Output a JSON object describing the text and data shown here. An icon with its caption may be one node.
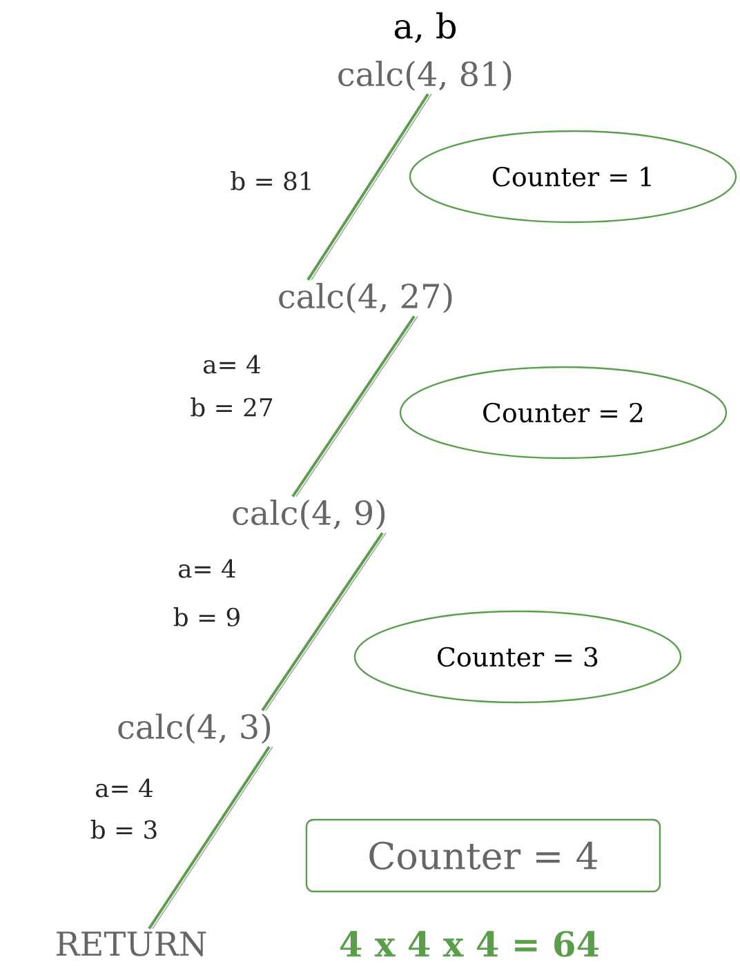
{
  "diagram": {
    "title": "a, b",
    "nodes": [
      {
        "text": [
          "calc(4, 81)"
        ]
      },
      {
        "text": [
          "calc(4, 27)"
        ]
      },
      {
        "text": [
          "calc(4, 9)"
        ]
      },
      {
        "text": [
          "calc(4, 3)"
        ]
      },
      {
        "text": [
          "RETURN"
        ]
      },
      {
        "text": [
          "Counter = 1"
        ]
      },
      {
        "text": [
          "Counter = 2"
        ]
      },
      {
        "text": [
          "Counter = 3"
        ]
      },
      {
        "text": [
          "Counter = 4"
        ]
      }
    ],
    "edges": [
      {
        "from": 0,
        "to": 1,
        "arrow": "none"
      },
      {
        "from": 1,
        "to": 2,
        "arrow": "none"
      },
      {
        "from": 2,
        "to": 3,
        "arrow": "none"
      },
      {
        "from": 3,
        "to": 4,
        "arrow": "none"
      }
    ],
    "labels": [
      "b = 81",
      "a= 4",
      "b = 27",
      "a= 4",
      "b = 9",
      "a= 4",
      "b = 3",
      "4 x 4 x 4 = 64"
    ]
  }
}
